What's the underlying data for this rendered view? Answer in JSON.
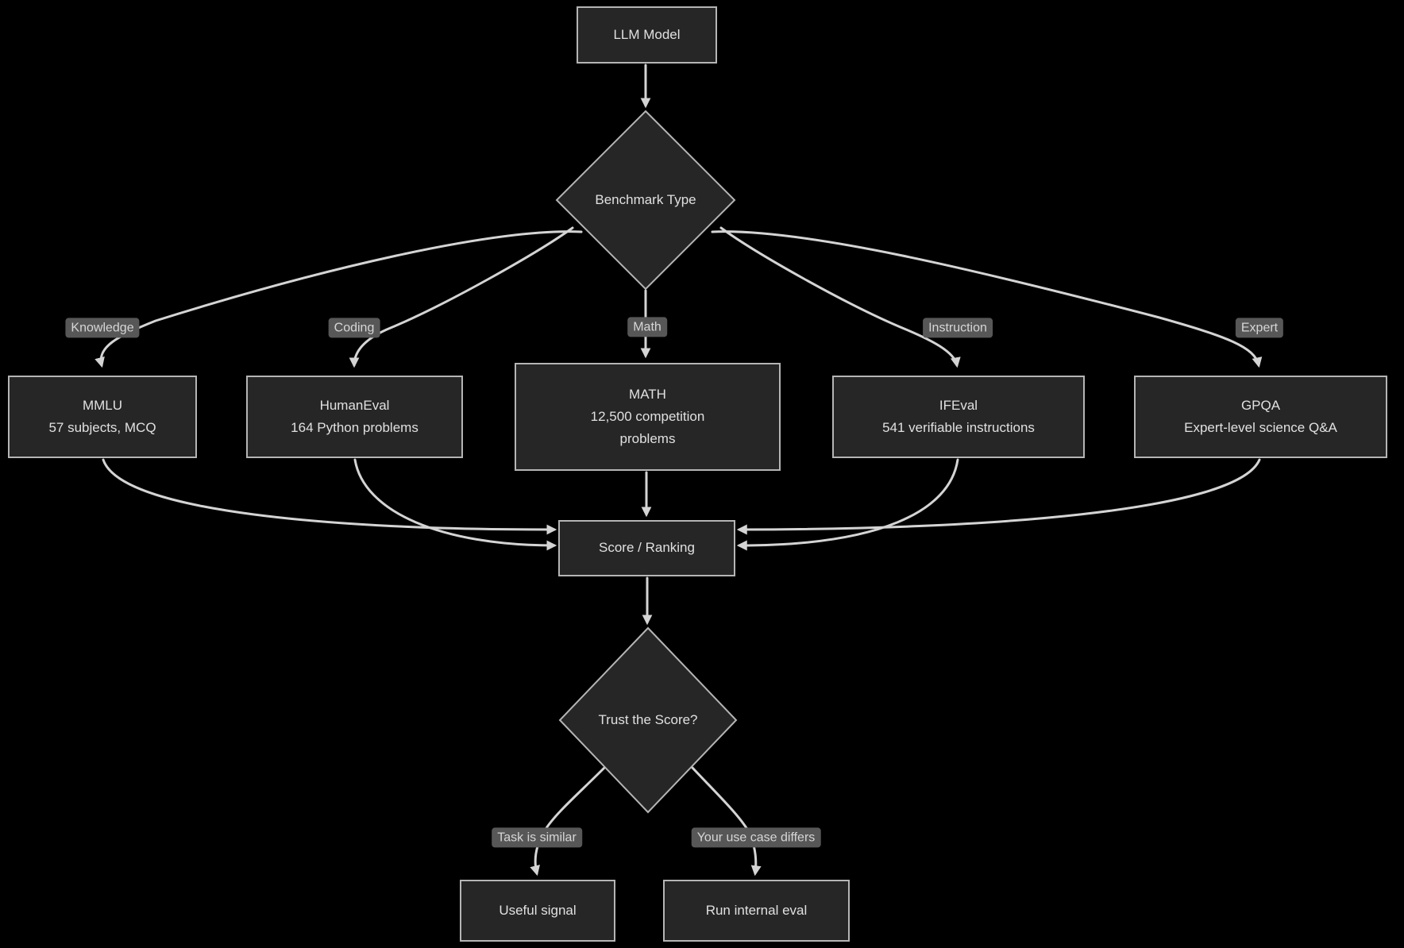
{
  "nodes": {
    "llm": {
      "label": "LLM Model"
    },
    "benchmark_type": {
      "label": "Benchmark Type"
    },
    "mmlu": {
      "title": "MMLU",
      "subtitle": "57 subjects, MCQ"
    },
    "humaneval": {
      "title": "HumanEval",
      "subtitle": "164 Python problems"
    },
    "math": {
      "title": "MATH",
      "subtitle": "12,500 competition problems"
    },
    "ifeval": {
      "title": "IFEval",
      "subtitle": "541 verifiable instructions"
    },
    "gpqa": {
      "title": "GPQA",
      "subtitle": "Expert-level science Q&A"
    },
    "score": {
      "label": "Score / Ranking"
    },
    "trust": {
      "label": "Trust the Score?"
    },
    "useful": {
      "label": "Useful signal"
    },
    "run_eval": {
      "label": "Run internal eval"
    }
  },
  "edge_labels": {
    "knowledge": "Knowledge",
    "coding": "Coding",
    "math": "Math",
    "instruction": "Instruction",
    "expert": "Expert",
    "similar": "Task is similar",
    "differs": "Your use case differs"
  },
  "colors": {
    "background": "#000000",
    "node_fill": "#262626",
    "node_border": "#b5b5b5",
    "node_text": "#e0e0e0",
    "edge_line": "#d4d4d4",
    "edge_label_bg": "#575757",
    "edge_label_text": "#d6d6d6"
  }
}
